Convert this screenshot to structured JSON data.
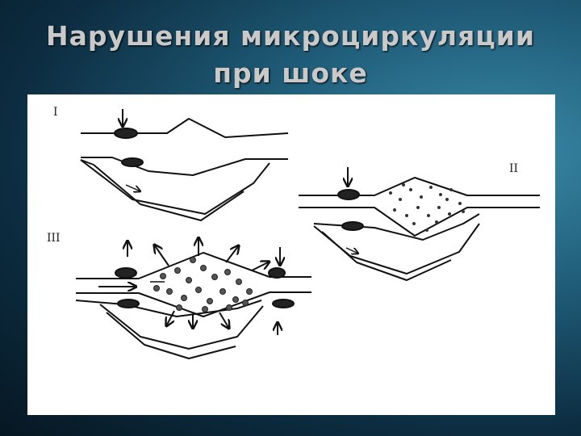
{
  "title": {
    "line1": "Нарушения микроциркуляции",
    "line2": "при  шоке"
  },
  "figure": {
    "panel_labels": [
      "I",
      "II",
      "III"
    ]
  }
}
